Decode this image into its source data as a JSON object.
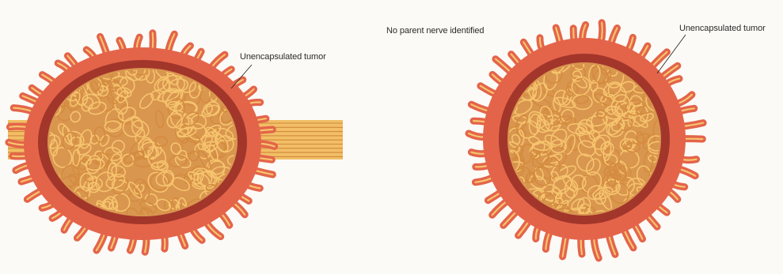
{
  "figure": {
    "left_panel": {
      "label": "Unencapsulated tumor"
    },
    "right_panel": {
      "label_tumor": "Unencapsulated tumor",
      "label_nerve": "No parent nerve identified"
    }
  },
  "colors": {
    "background": "#fbfaf6",
    "tumor_outer": "#e4644a",
    "tumor_outer_dark": "#c4422f",
    "tumor_rim": "#a3362b",
    "fiber_light": "#f6c46e",
    "fiber_dark": "#d48b3f",
    "core_bg": "#d9964f",
    "nerve": "#f0b860"
  }
}
